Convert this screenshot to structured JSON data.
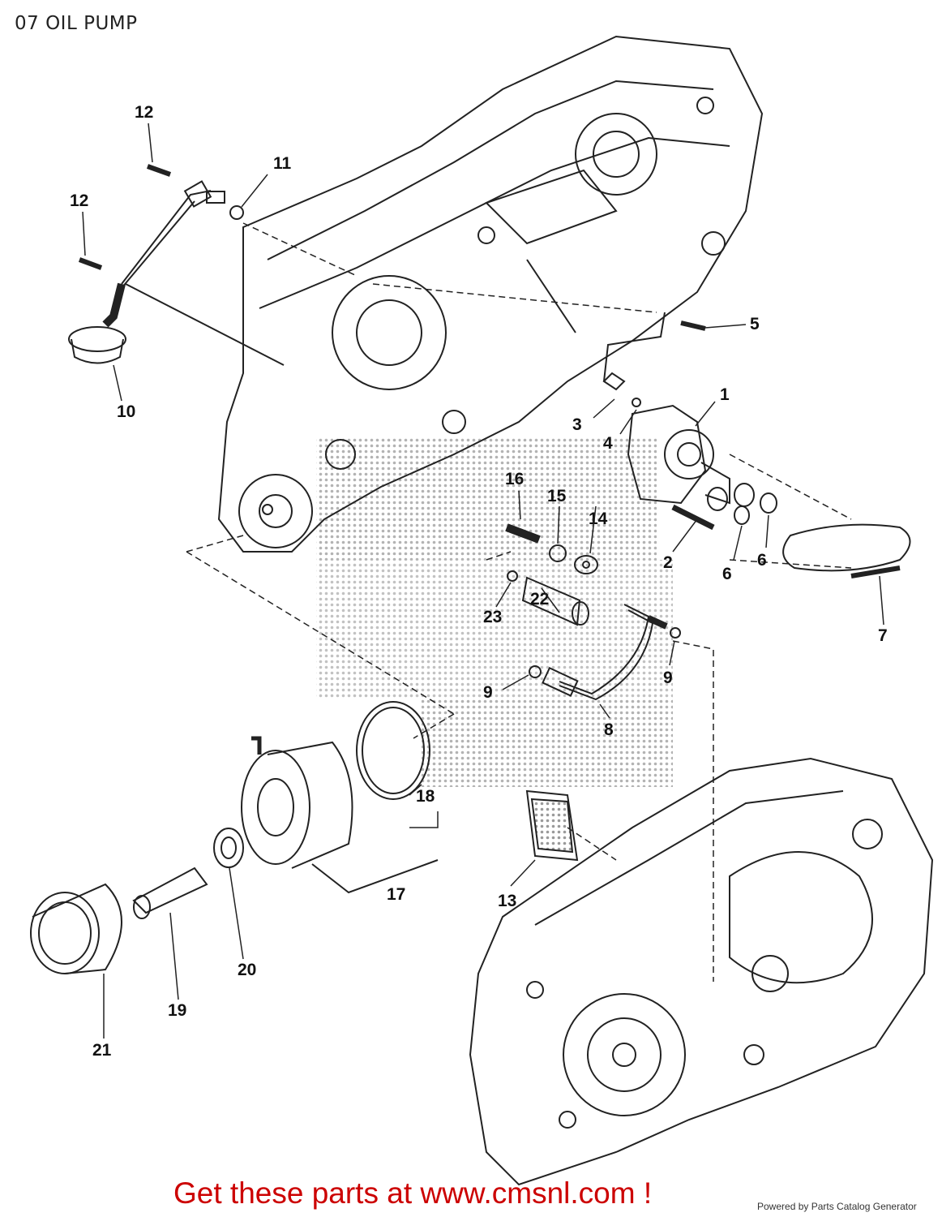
{
  "title": "07 OIL PUMP",
  "footer": {
    "link_text": "Get these parts at www.cmsnl.com !",
    "powered_by": "Powered by Parts Catalog Generator"
  },
  "callouts": [
    "1",
    "2",
    "3",
    "4",
    "5",
    "6",
    "6",
    "7",
    "8",
    "9",
    "9",
    "10",
    "11",
    "12",
    "12",
    "13",
    "14",
    "15",
    "16",
    "17",
    "18",
    "19",
    "20",
    "21",
    "22",
    "23"
  ],
  "colors": {
    "link": "#cc0000",
    "line": "#222222",
    "watermark": "#9a9a9a"
  }
}
